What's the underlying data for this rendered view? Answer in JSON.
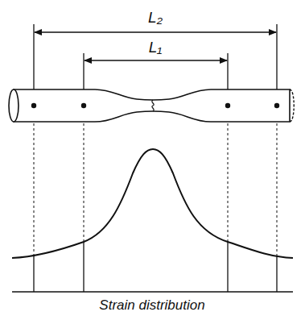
{
  "diagram": {
    "labels": [
      "L₂",
      "L₁",
      "Strain distribution"
    ]
  }
}
